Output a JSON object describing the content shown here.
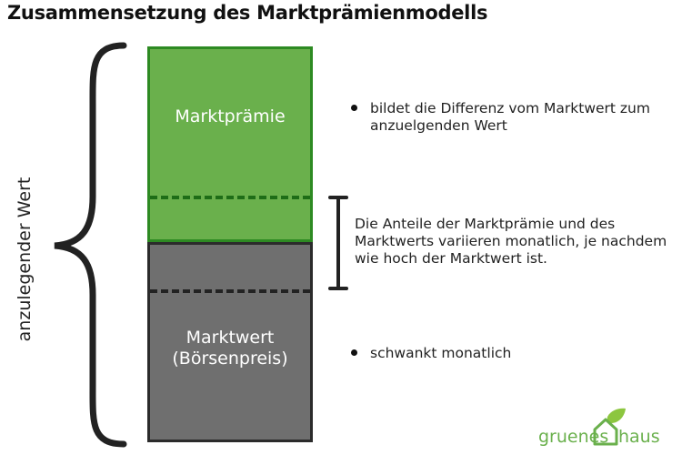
{
  "title": "Zusammensetzung des Marktprämienmodells",
  "y_label": "anzulegender Wert",
  "blocks": {
    "premium": {
      "label": "Marktprämie",
      "color": "#6ab04c",
      "border": "#2d8a22"
    },
    "market": {
      "label_line1": "Marktwert",
      "label_line2": "(Börsenpreis)",
      "color": "#6f6f6f",
      "border": "#2b2b2b"
    }
  },
  "notes": {
    "premium": "bildet die Differenz vom Marktwert zum anzuelgenden Wert",
    "variation": "Die Anteile der Marktprämie und des Marktwerts variieren monatlich, je nachdem wie hoch der Marktwert ist.",
    "market": "schwankt monatlich"
  },
  "logo": {
    "left": "gruenes",
    "right": "haus",
    "icon": "house-leaf-icon",
    "color": "#6ab04c"
  }
}
